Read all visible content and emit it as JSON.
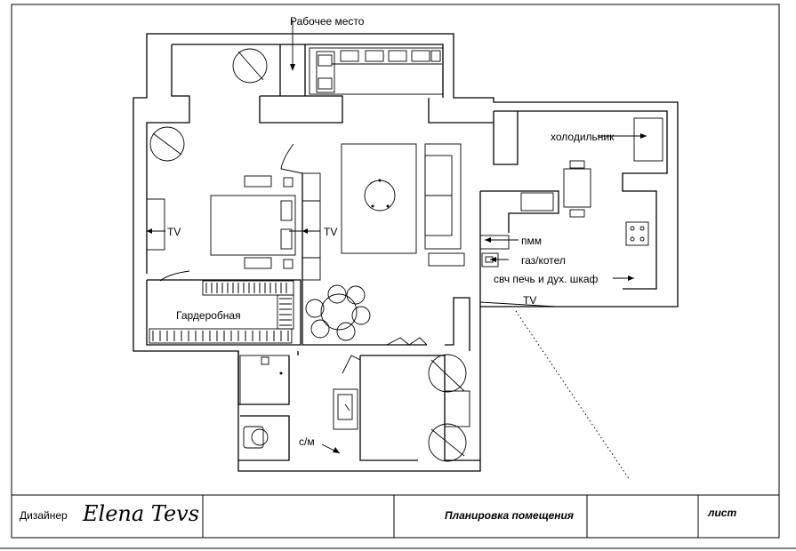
{
  "labels": {
    "workplace": "Рабочее место",
    "fridge": "холодильник",
    "tv_left": "TV",
    "tv_center": "TV",
    "tv_kitchen": "TV",
    "dishwasher": "пмм",
    "boiler": "газ/котел",
    "oven": "свч печь и дух. шкаф",
    "wardrobe": "Гардеробная",
    "washer": "с/м"
  },
  "title_block": {
    "designer_label": "Дизайнер",
    "designer_signature": "Elena Tevs",
    "sheet_title": "Планировка помещения",
    "sheet_label": "лист"
  }
}
